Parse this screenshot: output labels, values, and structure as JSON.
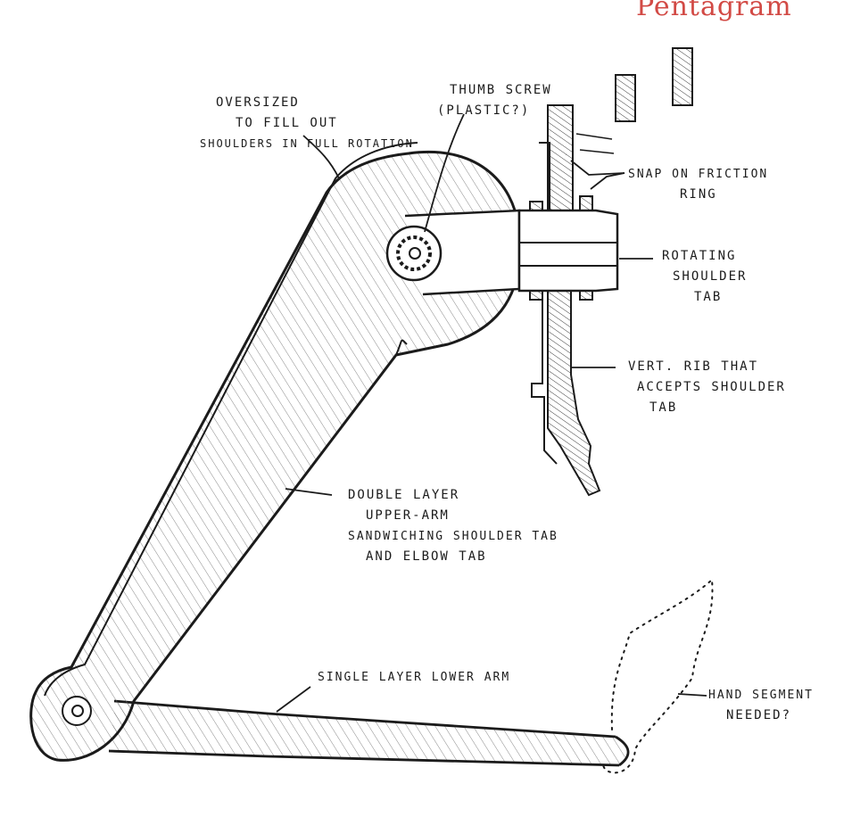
{
  "brand": "Pentagram",
  "labels": {
    "oversized": [
      "OVERSIZED",
      "TO FILL OUT",
      "SHOULDERS IN FULL ROTATION"
    ],
    "thumb_screw": [
      "THUMB SCREW",
      "(PLASTIC?)"
    ],
    "friction_ring": [
      "SNAP ON FRICTION",
      "RING"
    ],
    "shoulder_tab": [
      "ROTATING",
      "SHOULDER",
      "TAB"
    ],
    "vert_rib": [
      "VERT. RIB THAT",
      "ACCEPTS SHOULDER",
      "TAB"
    ],
    "upper_arm": [
      "DOUBLE LAYER",
      "UPPER-ARM",
      "SANDWICHING SHOULDER TAB",
      "AND ELBOW TAB"
    ],
    "lower_arm": [
      "SINGLE LAYER LOWER ARM"
    ],
    "hand": [
      "HAND SEGMENT",
      "NEEDED?"
    ]
  },
  "colors": {
    "ink": "#1b1b1b",
    "brand": "#d24a45",
    "paper": "#ffffff"
  }
}
